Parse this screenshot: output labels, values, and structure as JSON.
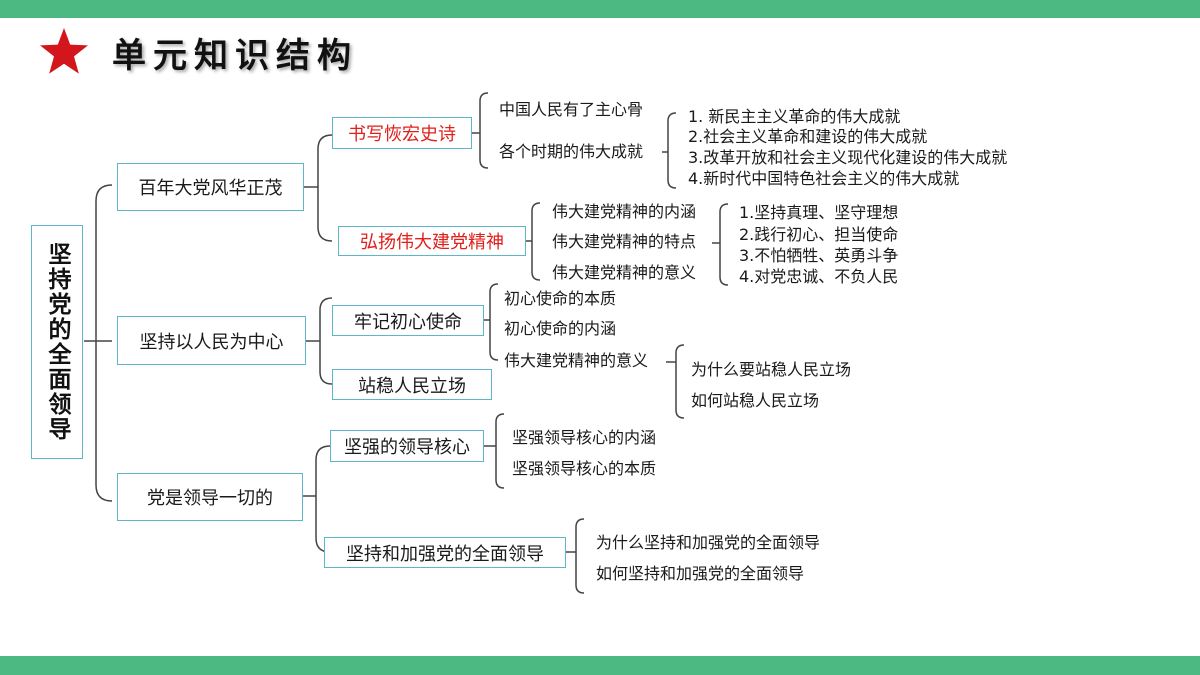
{
  "header": {
    "title": "单元知识结构"
  },
  "colors": {
    "accent_bar": "#4cb882",
    "star": "#d2161b",
    "box_border": "#5fb6c9",
    "red_text": "#e0201b"
  },
  "root": "坚持党的全面领导",
  "branch1": {
    "label": "百年大党风华正茂",
    "sub1": {
      "label": "书写恢宏史诗",
      "items": [
        "中国人民有了主心骨",
        "各个时期的伟大成就"
      ],
      "details": [
        "1. 新民主主义革命的伟大成就",
        "2.社会主义革命和建设的伟大成就",
        "3.改革开放和社会主义现代化建设的伟大成就",
        "4.新时代中国特色社会主义的伟大成就"
      ]
    },
    "sub2": {
      "label": "弘扬伟大建党精神",
      "items": [
        "伟大建党精神的内涵",
        "伟大建党精神的特点",
        "伟大建党精神的意义"
      ],
      "details": [
        "1.坚持真理、坚守理想",
        "2.践行初心、担当使命",
        "3.不怕牺牲、英勇斗争",
        "4.对党忠诚、不负人民"
      ]
    }
  },
  "branch2": {
    "label": "坚持以人民为中心",
    "sub1": {
      "label": "牢记初心使命",
      "items": [
        "初心使命的本质",
        "初心使命的内涵",
        "伟大建党精神的意义"
      ]
    },
    "sub2": {
      "label": "站稳人民立场",
      "items": [
        "为什么要站稳人民立场",
        "如何站稳人民立场"
      ]
    }
  },
  "branch3": {
    "label": "党是领导一切的",
    "sub1": {
      "label": "坚强的领导核心",
      "items": [
        "坚强领导核心的内涵",
        "坚强领导核心的本质"
      ]
    },
    "sub2": {
      "label": "坚持和加强党的全面领导",
      "items": [
        "为什么坚持和加强党的全面领导",
        "如何坚持和加强党的全面领导"
      ]
    }
  }
}
